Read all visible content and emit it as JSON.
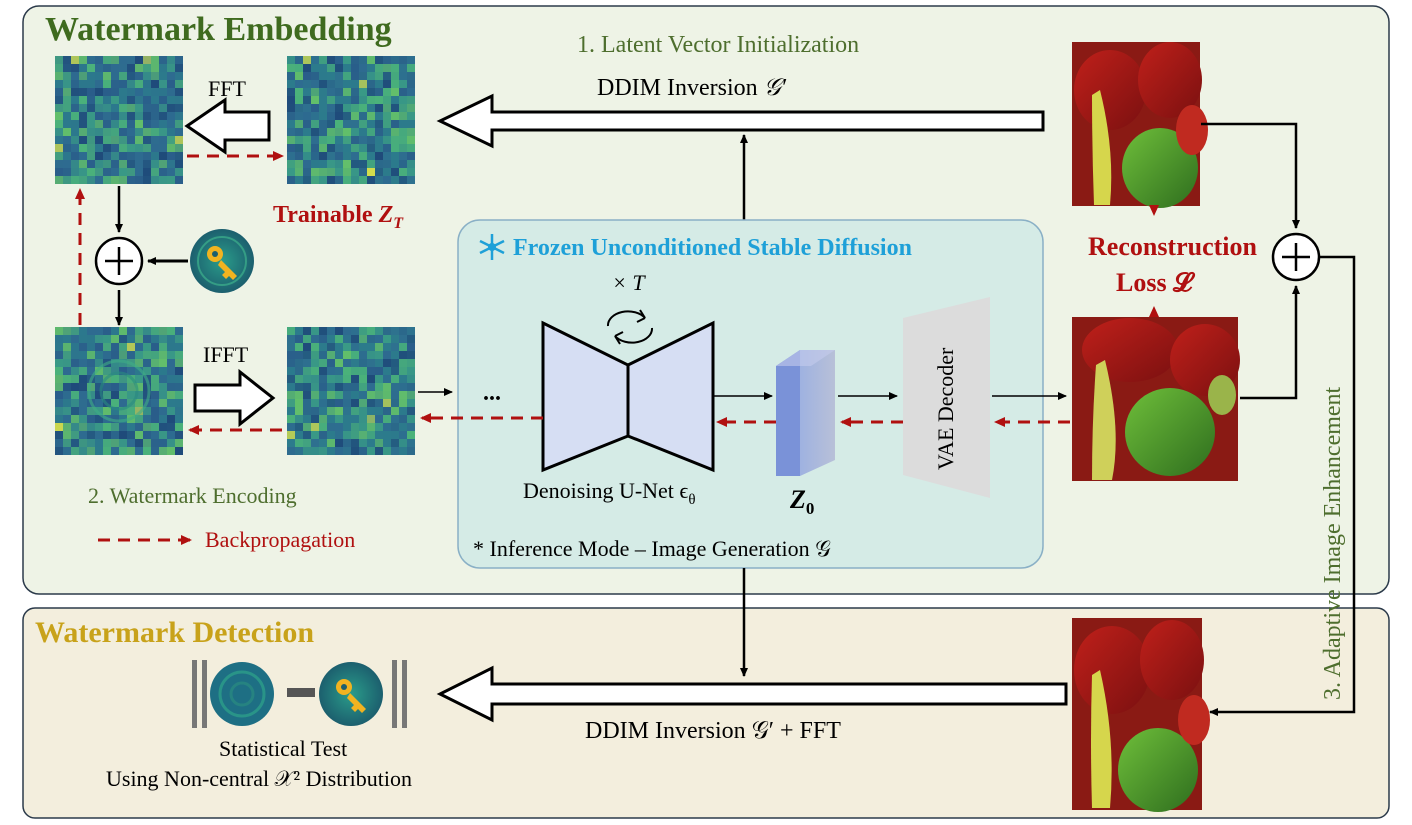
{
  "sections": {
    "embedding_title": "Watermark Embedding",
    "detection_title": "Watermark Detection"
  },
  "steps": {
    "step1": "1. Latent Vector Initialization",
    "step2": "2. Watermark Encoding",
    "step3": "3. Adaptive Image Enhancement"
  },
  "labels": {
    "fft": "FFT",
    "ifft": "IFFT",
    "trainable": "Trainable",
    "trainable_var": "Z",
    "trainable_sub": "T",
    "ddim_inversion": "DDIM Inversion",
    "ddim_symbol": "𝒢′",
    "ddim_fft": "DDIM Inversion 𝒢′ + FFT",
    "frozen_sd": "Frozen Unconditioned Stable Diffusion",
    "times_t": "× T",
    "unet": "Denoising U-Net ϵ",
    "unet_sub": "θ",
    "z0": "Z",
    "z0_sub": "0",
    "vae": "VAE Decoder",
    "inference": "* Inference Mode – Image Generation 𝒢",
    "reconstruction": "Reconstruction",
    "loss": "Loss 𝓛",
    "ellipsis": "...",
    "backprop": "Backpropagation",
    "stat_test": "Statistical Test",
    "stat_dist": "Using Non-central 𝒳² Distribution"
  },
  "colors": {
    "green_title": "#3f6b1f",
    "gold_title": "#c8a21a",
    "red": "#b01010",
    "blue": "#1ea0d8",
    "step_green": "#4e6e2e"
  }
}
